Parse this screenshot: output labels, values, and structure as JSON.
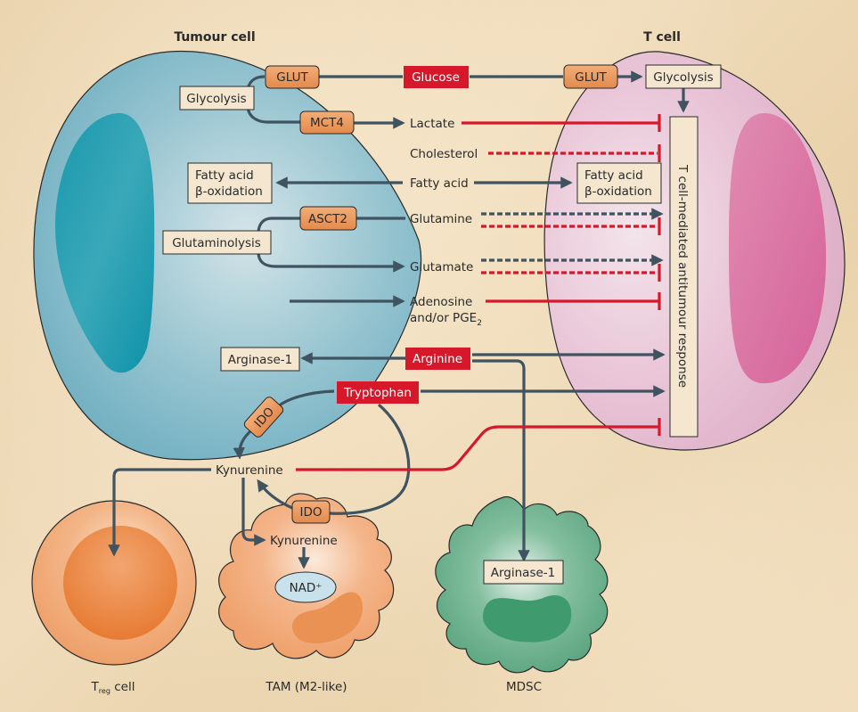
{
  "cells": {
    "tumour": {
      "title": "Tumour cell"
    },
    "tcell": {
      "title": "T cell",
      "response_label": "T cell-mediated antitumour response"
    },
    "treg": {
      "title_main": "T",
      "title_sub": "reg",
      "title_rest": " cell"
    },
    "tam": {
      "title": "TAM (M2-like)"
    },
    "mdsc": {
      "title": "MDSC"
    }
  },
  "transporters": {
    "glut_tumour": "GLUT",
    "mct4": "MCT4",
    "asct2": "ASCT2",
    "glut_tcell": "GLUT",
    "ido_tumour": "IDO",
    "ido_tam": "IDO"
  },
  "process_boxes": {
    "glycolysis_tumour": "Glycolysis",
    "glycolysis_tcell": "Glycolysis",
    "fao_tumour_l1": "Fatty acid",
    "fao_tumour_l2": "β-oxidation",
    "fao_tcell_l1": "Fatty acid",
    "fao_tcell_l2": "β-oxidation",
    "glutaminolysis": "Glutaminolysis",
    "arginase_tumour": "Arginase-1",
    "arginase_mdsc": "Arginase-1",
    "nad": "NAD⁺"
  },
  "nutrients_highlighted": {
    "glucose": "Glucose",
    "arginine": "Arginine",
    "tryptophan": "Tryptophan"
  },
  "metabolites": {
    "lactate": "Lactate",
    "cholesterol": "Cholesterol",
    "fatty_acid": "Fatty acid",
    "glutamine": "Glutamine",
    "glutamate": "Glutamate",
    "adenosine_l1": "Adenosine",
    "adenosine_l2": "and/or PGE",
    "adenosine_sub": "2",
    "kynurenine_main": "Kynurenine",
    "kynurenine_tam": "Kynurenine"
  },
  "colors": {
    "tumour_cytoplasm": "#7fb9c8",
    "tumour_nucleus": "#1a9cb0",
    "tcell_cytoplasm": "#e6b8cf",
    "tcell_nucleus": "#d96b9f",
    "treg_color": "#ec9a5c",
    "tam_color": "#f0a774",
    "mdsc_color": "#5fa883",
    "transporter_fill": "#e8965a",
    "highlight_red": "#d7172a",
    "arrow_slate": "#3f5360",
    "inhibit_red": "#d7172a",
    "box_fill": "#f4e6cf"
  }
}
